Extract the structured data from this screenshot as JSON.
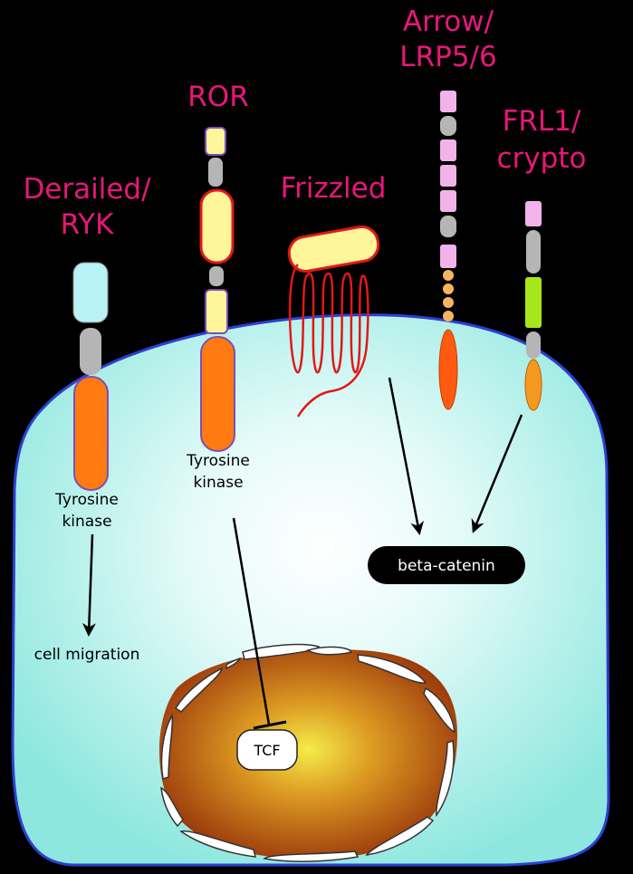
{
  "receptors": {
    "derailed": {
      "line1": "Derailed/",
      "line2": "RYK",
      "kinase_line1": "Tyrosine",
      "kinase_line2": "kinase"
    },
    "ror": {
      "label": "ROR",
      "kinase_line1": "Tyrosine",
      "kinase_line2": "kinase"
    },
    "frizzled": {
      "label": "Frizzled"
    },
    "arrow": {
      "line1": "Arrow/",
      "line2": "LRP5/6"
    },
    "frl1": {
      "line1": "FRL1/",
      "line2": "crypto"
    }
  },
  "outputs": {
    "cell_migration": "cell migration",
    "beta_catenin": "beta-catenin",
    "tcf": "TCF"
  },
  "colors": {
    "label_magenta": "#e8177a",
    "cytoplasm": "#aef0ea",
    "kinase_orange": "#ff7a10",
    "ectodomain_yellow": "#fff59a",
    "lrp_pink": "#f2b2ea",
    "frl_green": "#a6e61c",
    "nucleus_brown": "#b34a10"
  }
}
